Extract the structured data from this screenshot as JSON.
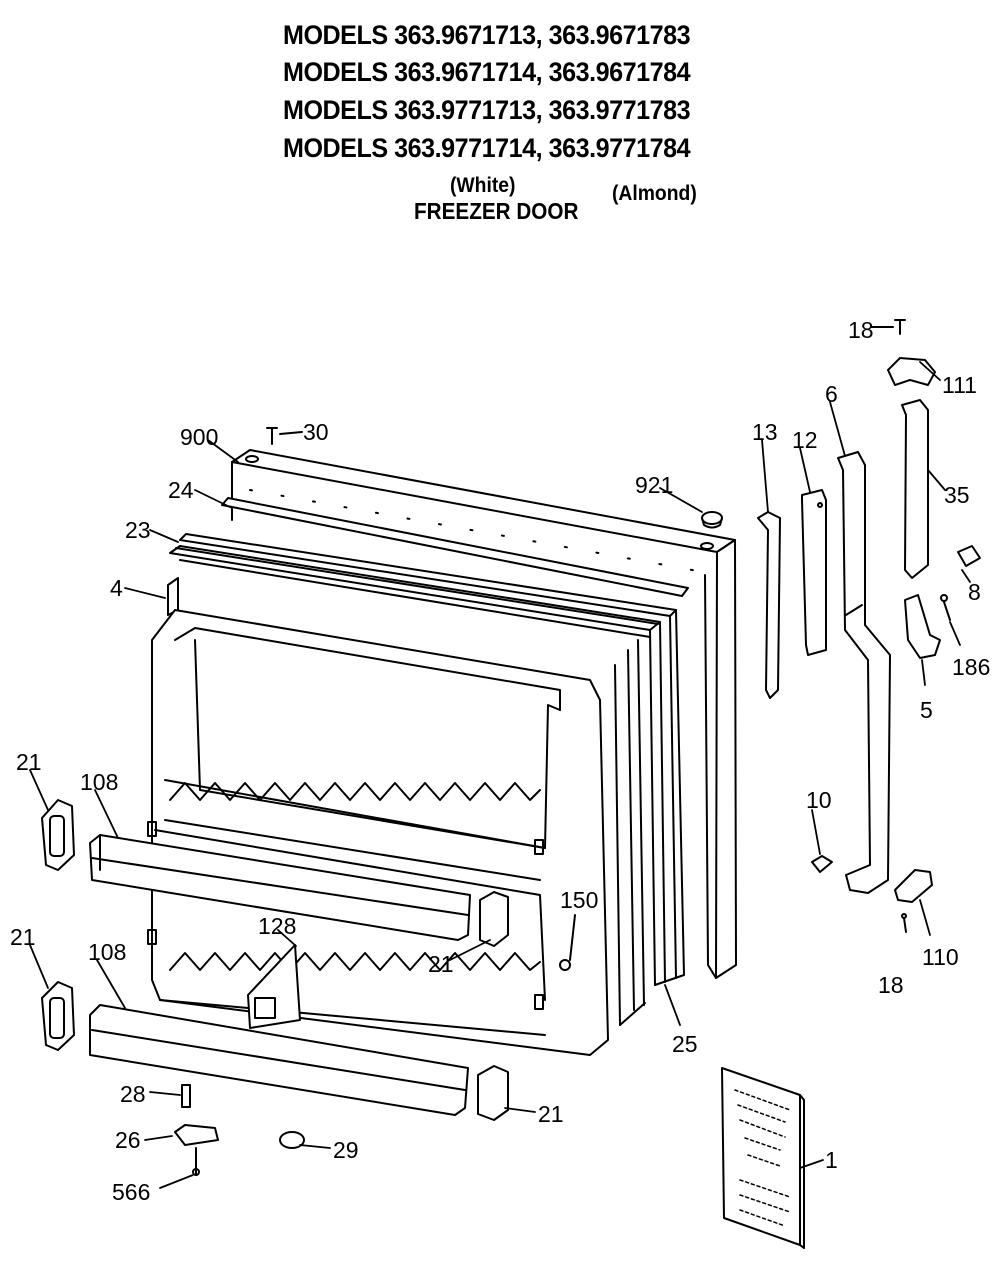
{
  "header": {
    "model_lines": [
      "MODELS 363.9671713, 363.9671783",
      "MODELS 363.9671714, 363.9671784",
      "MODELS 363.9771713, 363.9771783",
      "MODELS 363.9771714, 363.9771784"
    ],
    "color_white": "(White)",
    "color_almond": "(Almond)",
    "subtitle": "FREEZER DOOR"
  },
  "callouts": {
    "p18_top": "18",
    "p111": "111",
    "p30": "30",
    "p900": "900",
    "p921": "921",
    "p13": "13",
    "p12": "12",
    "p6": "6",
    "p35": "35",
    "p24": "24",
    "p23": "23",
    "p4": "4",
    "p8": "8",
    "p186": "186",
    "p5": "5",
    "p21_a": "21",
    "p108_a": "108",
    "p10": "10",
    "p21_b": "21",
    "p108_b": "108",
    "p128": "128",
    "p150": "150",
    "p21_c": "21",
    "p110": "110",
    "p18_b": "18",
    "p25": "25",
    "p28": "28",
    "p21_d": "21",
    "p26": "26",
    "p29": "29",
    "p566": "566",
    "p1": "1"
  }
}
